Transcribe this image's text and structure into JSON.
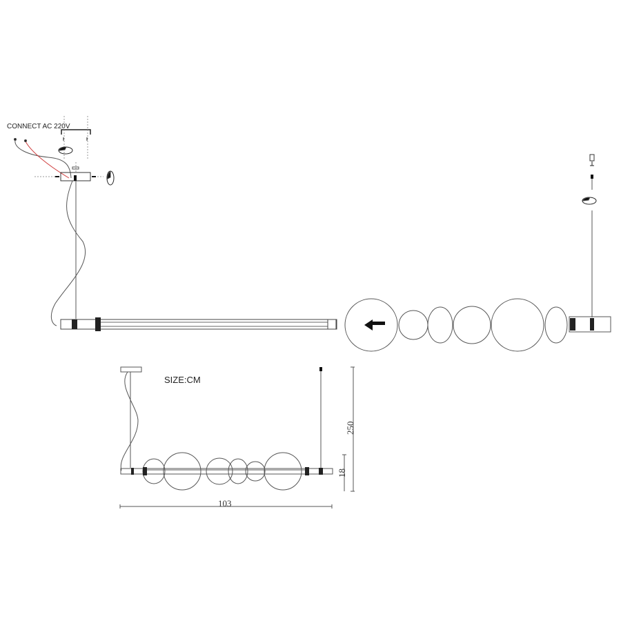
{
  "labels": {
    "connect": "CONNECT AC 220V",
    "size_unit": "SIZE:CM"
  },
  "dimensions": {
    "width": "103",
    "height_total": "250",
    "height_fixture": "18"
  },
  "colors": {
    "line": "#333333",
    "live_wire": "#d04040"
  }
}
